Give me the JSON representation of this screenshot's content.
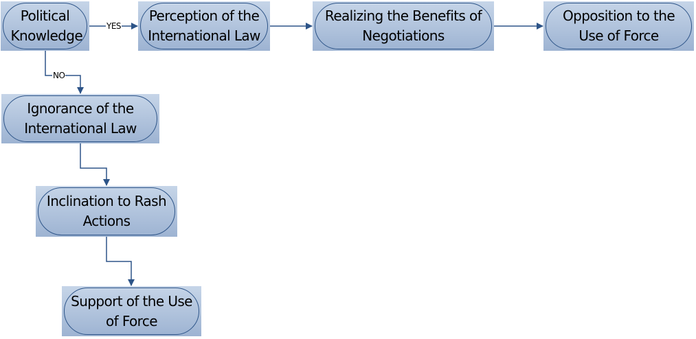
{
  "nodes": {
    "political_knowledge": "Political Knowledge",
    "perception": "Perception of the International Law",
    "realizing": "Realizing the Benefits of Negotiations",
    "opposition": "Opposition to the Use of Force",
    "ignorance": "Ignorance of the International Law",
    "inclination": "Inclination to Rash Actions",
    "support": "Support of the Use of Force"
  },
  "edges": {
    "yes_label": "YES",
    "no_label": "NO"
  },
  "colors": {
    "line": "#2d5488",
    "fill_top": "#c6d5e8",
    "fill_bottom": "#9db3d2"
  }
}
